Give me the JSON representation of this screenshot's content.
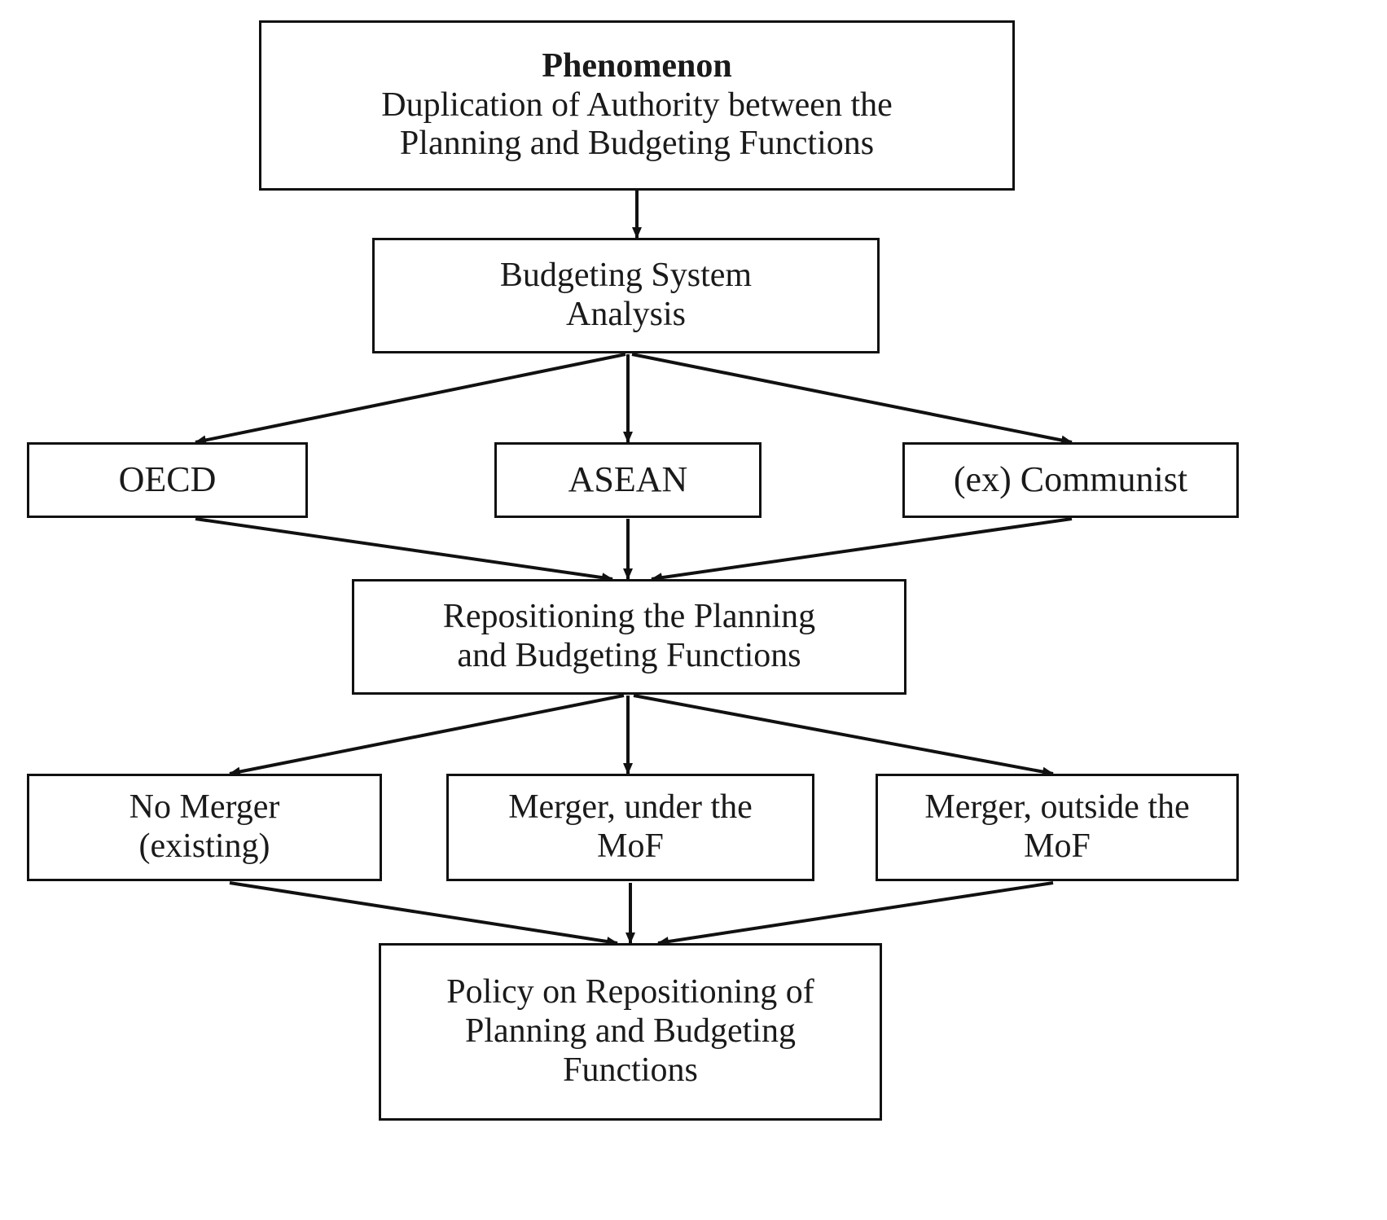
{
  "diagram": {
    "title_text": "Duplication of Authority flowchart",
    "line_color": "#111111",
    "background": "#ffffff",
    "nodes": {
      "phenomenon": {
        "heading": "Phenomenon",
        "body": "Duplication of Authority between the\nPlanning and Budgeting Functions"
      },
      "budgeting_analysis": {
        "label": "Budgeting System\nAnalysis"
      },
      "oecd": {
        "label": "OECD"
      },
      "asean": {
        "label": "ASEAN"
      },
      "communist": {
        "label": "(ex) Communist"
      },
      "repositioning": {
        "label": "Repositioning the Planning\nand Budgeting Functions"
      },
      "no_merger": {
        "label": "No Merger\n(existing)"
      },
      "merger_under_mof": {
        "label": "Merger, under the\nMoF"
      },
      "merger_outside_mof": {
        "label": "Merger, outside the\nMoF"
      },
      "policy": {
        "label": "Policy on Repositioning of\nPlanning and Budgeting\nFunctions"
      }
    },
    "edges": [
      {
        "from": "phenomenon",
        "to": "budgeting_analysis",
        "style": "straight-down"
      },
      {
        "from": "budgeting_analysis",
        "to": "oecd",
        "style": "diagonal-left"
      },
      {
        "from": "budgeting_analysis",
        "to": "asean",
        "style": "straight-down"
      },
      {
        "from": "budgeting_analysis",
        "to": "communist",
        "style": "diagonal-right"
      },
      {
        "from": "oecd",
        "to": "repositioning",
        "style": "diagonal-right"
      },
      {
        "from": "asean",
        "to": "repositioning",
        "style": "straight-down"
      },
      {
        "from": "communist",
        "to": "repositioning",
        "style": "diagonal-left"
      },
      {
        "from": "repositioning",
        "to": "no_merger",
        "style": "diagonal-left"
      },
      {
        "from": "repositioning",
        "to": "merger_under_mof",
        "style": "straight-down"
      },
      {
        "from": "repositioning",
        "to": "merger_outside_mof",
        "style": "diagonal-right"
      },
      {
        "from": "no_merger",
        "to": "policy",
        "style": "diagonal-right"
      },
      {
        "from": "merger_under_mof",
        "to": "policy",
        "style": "straight-down"
      },
      {
        "from": "merger_outside_mof",
        "to": "policy",
        "style": "diagonal-left"
      }
    ]
  }
}
